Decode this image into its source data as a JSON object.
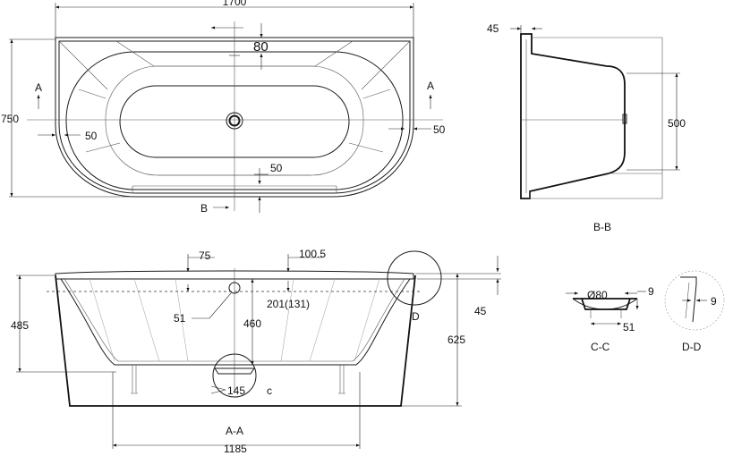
{
  "top_view": {
    "width": "1700",
    "depth": "750",
    "rim_width": "80",
    "side_left": "50",
    "side_right": "50",
    "bottom_rim": "50",
    "section_a_left": "A",
    "section_a_right": "A",
    "section_b": "B"
  },
  "section_bb": {
    "wall_thickness": "45",
    "height": "500",
    "caption": "B-B"
  },
  "section_aa": {
    "top_offset": "75",
    "overflow_offset": "100.5",
    "overflow_label": "51",
    "drain_depth": "201(131)",
    "inner_depth": "460",
    "outer_height": "485",
    "total_height": "625",
    "rim_offset": "45",
    "drain_height": "145",
    "leg_span": "1185",
    "detail_d": "D",
    "detail_c": "c",
    "caption": "A-A"
  },
  "detail_cc": {
    "diameter": "Ø80",
    "thickness": "9",
    "drop": "51",
    "caption": "C-C"
  },
  "detail_dd": {
    "thickness": "9",
    "caption": "D-D"
  }
}
